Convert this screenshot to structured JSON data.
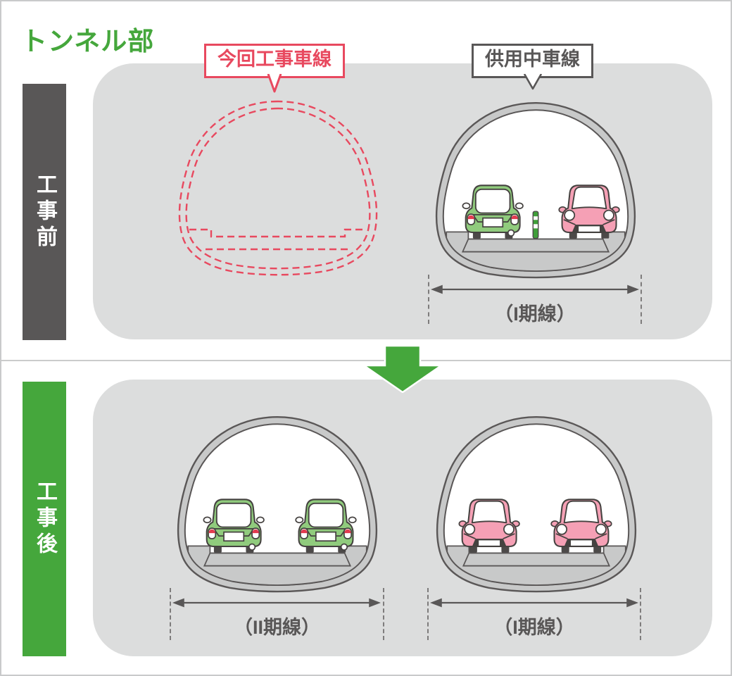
{
  "header": {
    "title": "トンネル部"
  },
  "callouts": {
    "construction_lane": {
      "label": "今回工事車線"
    },
    "in_service_lane": {
      "label": "供用中車線"
    }
  },
  "sections": {
    "before": {
      "side_label": "工事前",
      "dimension_label": "（I期線）",
      "tunnel_contents": "green car (rear), lane divider bollard, pink car (front)"
    },
    "after": {
      "side_label": "工事後",
      "dimension_left_label": "（II期線）",
      "dimension_right_label": "（I期線）",
      "left_tunnel_contents": "two green cars (rear)",
      "right_tunnel_contents": "two pink cars (front)"
    }
  },
  "colors": {
    "green_accent": "#45a73c",
    "red_accent": "#e8495f",
    "dark_gray": "#595757",
    "panel_gray": "#dcdddd",
    "tunnel_ring": "#c8c9c9",
    "car_green": "#90cb7d",
    "car_pink": "#f5a0b5",
    "taillight_red": "#e23c50"
  },
  "icons": {
    "transition_arrow": "down-arrow",
    "dimension_arrow": "double-headed-arrow",
    "callout_pointer": "triangle-down",
    "lane_divider": "striped-bollard"
  }
}
